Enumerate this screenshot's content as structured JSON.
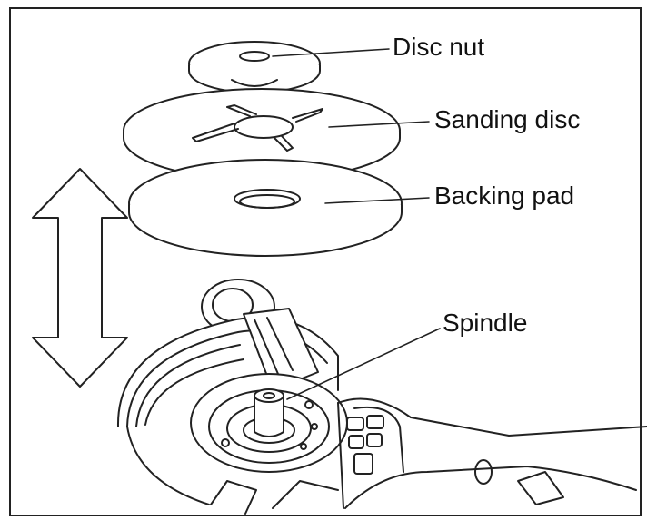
{
  "labels": {
    "disc_nut": "Disc nut",
    "sanding_disc": "Sanding disc",
    "backing_pad": "Backing pad",
    "spindle": "Spindle"
  },
  "colors": {
    "line": "#222222",
    "background": "#ffffff"
  },
  "icons": {
    "arrow": "double-arrow-vertical"
  }
}
